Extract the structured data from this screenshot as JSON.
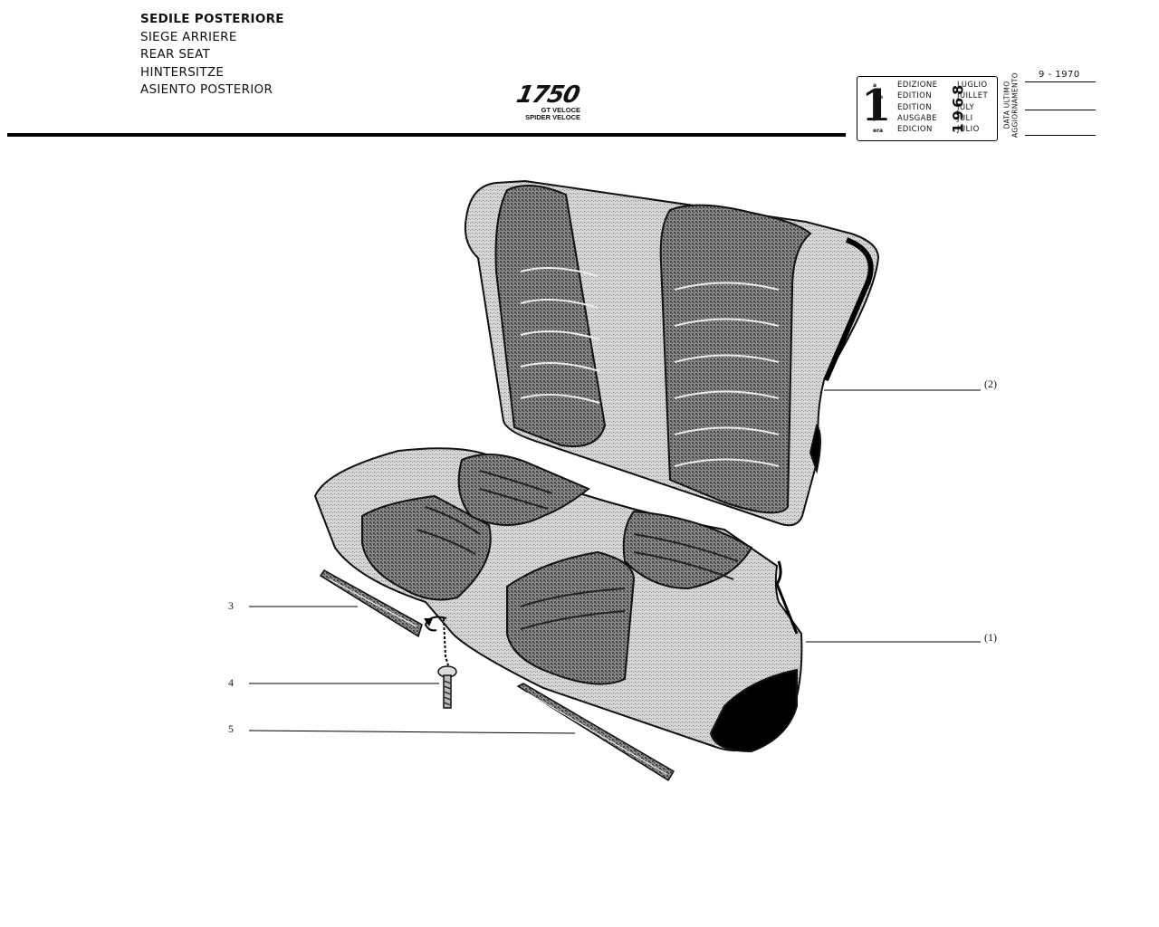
{
  "header": {
    "titles": [
      "SEDILE POSTERIORE",
      "SIEGE ARRIERE",
      "REAR SEAT",
      "HINTERSITZE",
      "ASIENTO POSTERIOR"
    ],
    "model": {
      "number": "1750",
      "variant_1": "GT VELOCE",
      "variant_2": "SPIDER VELOCE"
    }
  },
  "edition": {
    "numeral": "1",
    "suffixes": [
      "a",
      "ere",
      "st",
      ".",
      "era"
    ],
    "words": [
      "EDIZIONE",
      "EDITION",
      "EDITION",
      "AUSGABE",
      "EDICION"
    ],
    "year": "1968",
    "months": [
      "LUGLIO",
      "JUILLET",
      "JULY",
      "JULI",
      "JULIO"
    ],
    "update_label_1": "DATA ULTIMO",
    "update_label_2": "AGGIORNAMENTO",
    "update_date": "9 - 1970"
  },
  "callouts": {
    "c1": "(1)",
    "c2": "(2)",
    "c3": "3",
    "c4": "4",
    "c5": "5"
  }
}
